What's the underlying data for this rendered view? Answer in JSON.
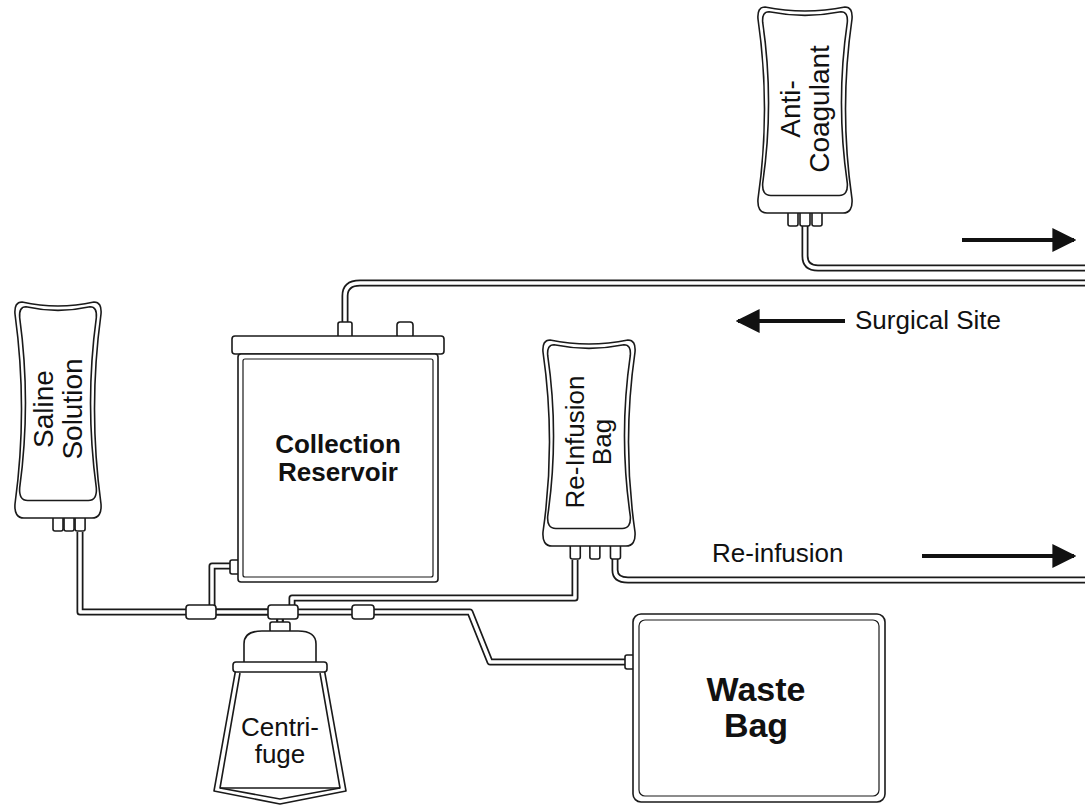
{
  "diagram": {
    "nodes": [
      {
        "text": [
          "Anti- Coagulant"
        ]
      },
      {
        "text": [
          "Saline Solution"
        ]
      },
      {
        "text": [
          "Collection Reservoir"
        ]
      },
      {
        "text": [
          "Re-Infusion Bag"
        ]
      },
      {
        "text": [
          "Centri- fuge"
        ]
      },
      {
        "text": [
          "Waste Bag"
        ]
      }
    ],
    "edges": [
      {
        "from": 1,
        "to": 4,
        "arrow": "none"
      },
      {
        "from": 2,
        "to": 4,
        "arrow": "none"
      },
      {
        "from": 4,
        "to": 3,
        "arrow": "none"
      },
      {
        "from": 4,
        "to": 5,
        "arrow": "none"
      }
    ],
    "labels": [
      "Surgical Site",
      "Re-infusion"
    ]
  }
}
